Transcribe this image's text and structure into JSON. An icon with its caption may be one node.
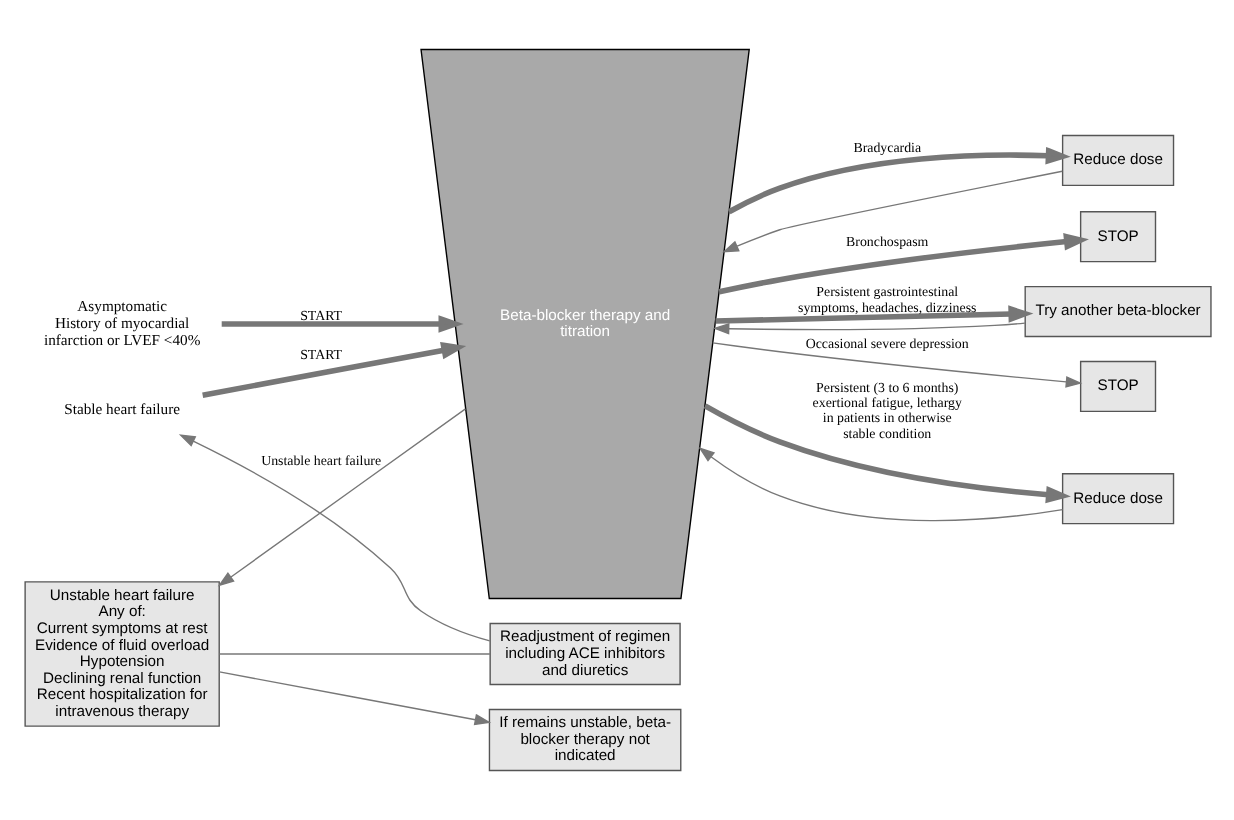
{
  "diagram": {
    "nodes": [
      {
        "text": [
          "Asymptomatic",
          "History of myocardial infarction or LVEF <40%"
        ]
      },
      {
        "text": [
          "Stable heart failure"
        ]
      },
      {
        "text": [
          "Beta-blocker therapy and titration"
        ]
      },
      {
        "text": [
          "Unstable heart failure",
          "Any of:",
          "Current symptoms at rest",
          "Evidence of fluid overload",
          "Hypotension",
          "Declining renal function",
          "Recent hospitalization for intravenous therapy"
        ]
      },
      {
        "text": [
          "Readjustment of regimen including ACE inhibitors and diuretics"
        ]
      },
      {
        "text": [
          "If remains unstable, beta-blocker therapy not indicated"
        ]
      },
      {
        "text": [
          "Reduce dose"
        ]
      },
      {
        "text": [
          "STOP"
        ]
      },
      {
        "text": [
          "Try another beta-blocker"
        ]
      },
      {
        "text": [
          "STOP"
        ]
      },
      {
        "text": [
          "Reduce dose"
        ]
      }
    ],
    "edges": [
      {
        "from": 0,
        "to": 2,
        "arrow": "to",
        "label": "START",
        "style": "thick"
      },
      {
        "from": 1,
        "to": 2,
        "arrow": "to",
        "label": "START",
        "style": "thick"
      },
      {
        "from": 2,
        "to": 6,
        "arrow": "to",
        "label": "Bradycardia",
        "style": "thick"
      },
      {
        "from": 6,
        "to": 2,
        "arrow": "to"
      },
      {
        "from": 2,
        "to": 7,
        "arrow": "to",
        "label": "Bronchospasm",
        "style": "thick"
      },
      {
        "from": 2,
        "to": 8,
        "arrow": "to",
        "label": "Persistent gastrointestinal symptoms, headaches, dizziness",
        "style": "thick"
      },
      {
        "from": 8,
        "to": 2,
        "arrow": "to"
      },
      {
        "from": 2,
        "to": 9,
        "arrow": "to",
        "label": "Occasional severe depression"
      },
      {
        "from": 2,
        "to": 10,
        "arrow": "to",
        "label": "Persistent (3 to 6 months) exertional fatigue, lethargy in patients in otherwise stable condition",
        "style": "thick"
      },
      {
        "from": 10,
        "to": 2,
        "arrow": "to"
      },
      {
        "from": 2,
        "to": 3,
        "arrow": "to",
        "label": "Unstable heart failure"
      },
      {
        "from": 3,
        "to": 4,
        "arrow": "none"
      },
      {
        "from": 4,
        "to": 1,
        "arrow": "to"
      },
      {
        "from": 3,
        "to": 5,
        "arrow": "to"
      }
    ]
  }
}
